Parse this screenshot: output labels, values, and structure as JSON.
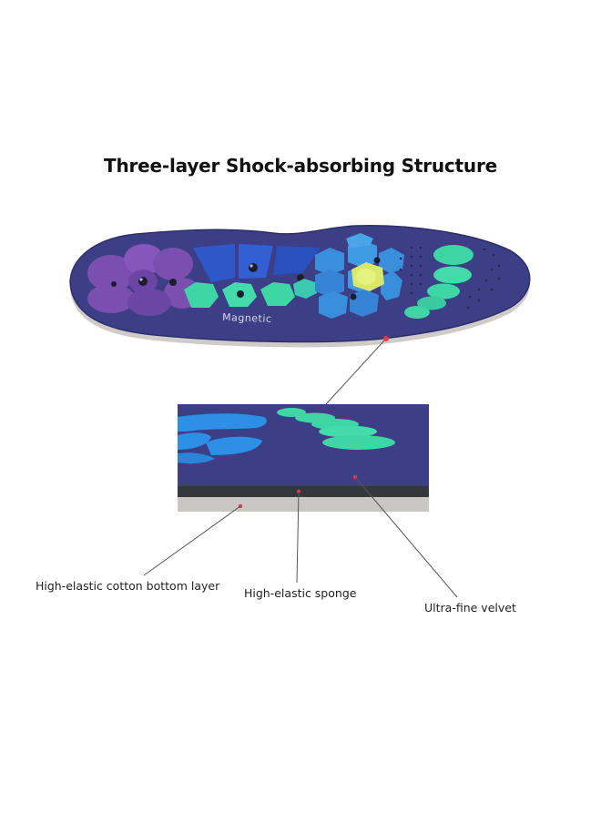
{
  "title": "Three-layer Shock-absorbing Structure",
  "insole": {
    "brand_text": "Magnetic"
  },
  "labels": {
    "bottom_layer": "High-elastic cotton bottom layer",
    "middle_layer": "High-elastic sponge",
    "top_layer": "Ultra-fine velvet"
  },
  "colors": {
    "insole_fabric": "#3d3f86",
    "purple_pad": "#7a4fb0",
    "blue_pad": "#2e58c9",
    "cyan_pad": "#3a8fdc",
    "mint_pad": "#3fd6a5",
    "yellow_pad": "#d9e86a",
    "sponge": "#35373d",
    "cotton": "#c9c7c4",
    "leader_line": "#555555",
    "marker_dot": "#e23b4a"
  }
}
